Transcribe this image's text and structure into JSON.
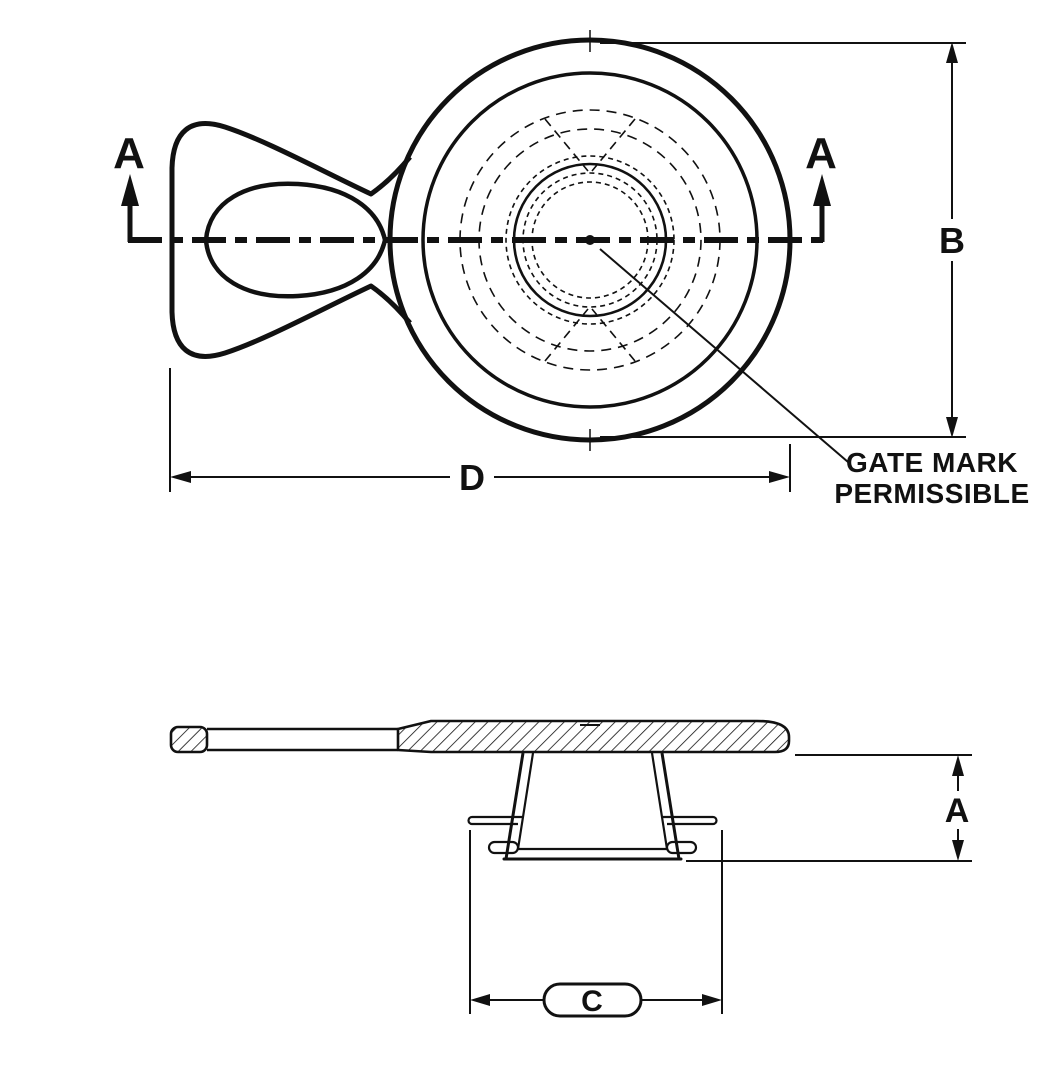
{
  "diagram": {
    "section_marker_left": "A",
    "section_marker_right": "A",
    "dim_height_top_view": "B",
    "dim_width_top_view": "D",
    "dim_height_side_view": "A",
    "dim_width_side_view": "C",
    "callout": {
      "line1": "GATE MARK",
      "line2": "PERMISSIBLE"
    },
    "colors": {
      "ink": "#111111",
      "background": "#ffffff"
    }
  }
}
